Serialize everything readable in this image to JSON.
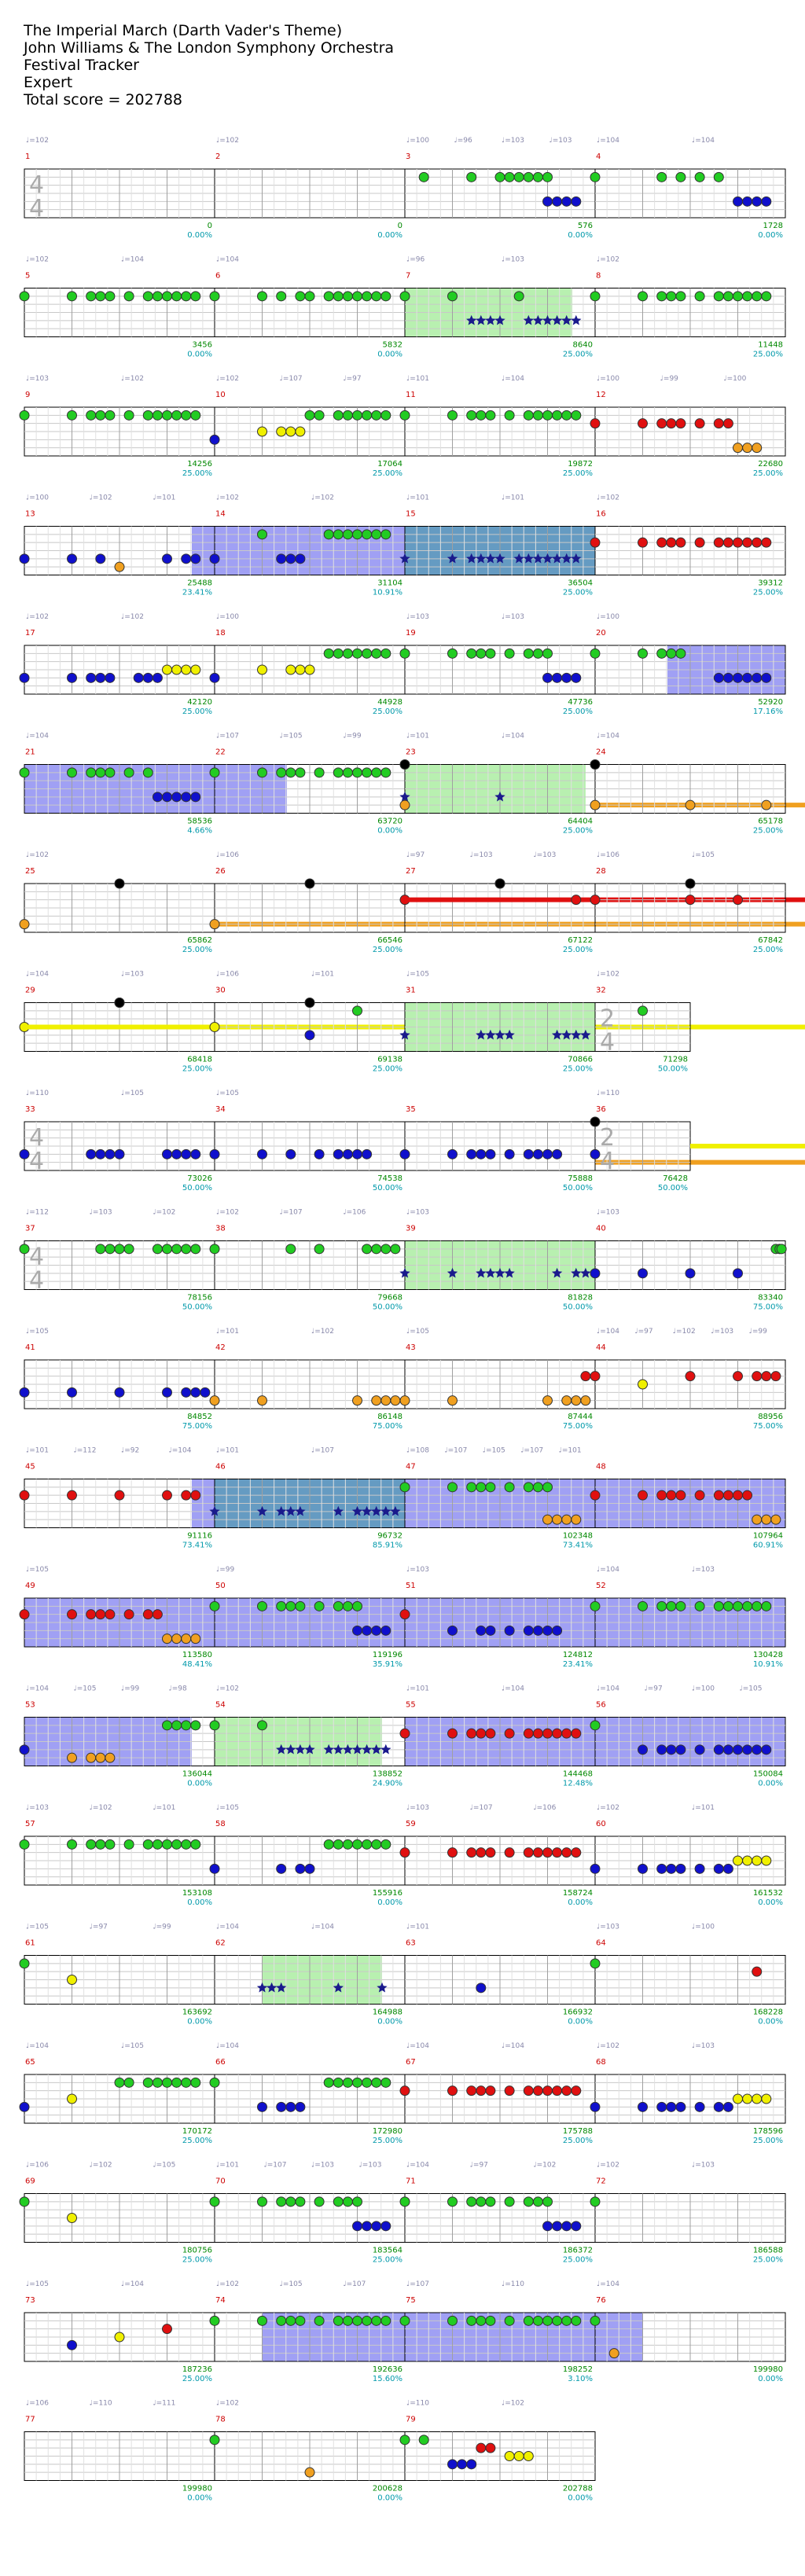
{
  "header": {
    "song_title": "The Imperial March (Darth Vader's Theme)",
    "artist": "John Williams & The London Symphony Orchestra",
    "game": "Festival Tracker",
    "difficulty": "Expert",
    "total_score_label": "Total score = 202788"
  },
  "colors": {
    "green": "#22cc22",
    "red": "#e01010",
    "yellow": "#f0f000",
    "blue": "#1010cc",
    "orange": "#f0a020",
    "overdrive": "#b8f0b0",
    "bre_fill": "#8080f0",
    "bar_number": "#cc0000",
    "score": "#008800",
    "percent": "#0099aa",
    "tempo": "#8888aa"
  },
  "chart_data": {
    "type": "rhythm-chart",
    "total_score": 202788,
    "measures": [
      {
        "n": 1,
        "ts": "4/4",
        "tempos": [
          "♩=102"
        ],
        "cum": 0,
        "pct": "0.00%",
        "notes": []
      },
      {
        "n": 2,
        "tempos": [
          "♩=102"
        ],
        "cum": 0,
        "pct": "0.00%",
        "notes": []
      },
      {
        "n": 3,
        "tempos": [
          "♩=100",
          "♩=96",
          "♩=103",
          "♩=103"
        ],
        "cum": 576,
        "pct": "0.00%",
        "pat": "G1.G35.G5.G55.G6.G65.G7.G75.B75.B8.B85.B9"
      },
      {
        "n": 4,
        "tempos": [
          "♩=104",
          "♩=104"
        ],
        "cum": 1728,
        "pct": "0.00%",
        "pat": "G0.G35.G45.G55.G65.B75.B8.B85.B9"
      },
      {
        "n": 5,
        "tempos": [
          "♩=102",
          "♩=104"
        ],
        "cum": 3456,
        "pct": "0.00%",
        "pat": "G0.G25.G35.G4.G45.G55.G65.G7.G75.G8.G85.G9"
      },
      {
        "n": 6,
        "tempos": [
          "♩=104"
        ],
        "cum": 5832,
        "pct": "0.00%",
        "pat": "G0.G25.G35.G45.G5.G6.G65.G7.G75.G8.G85.G9"
      },
      {
        "n": 7,
        "tempos": [
          "♩=96",
          "♩=103"
        ],
        "od": [
          0,
          0.88
        ],
        "cum": 8640,
        "pct": "25.00%",
        "pat": "G0.G25.S35.S4.S45.S5.G6.S65.S7.S75.S8.S85.S9"
      },
      {
        "n": 8,
        "tempos": [
          "♩=102"
        ],
        "cum": 11448,
        "pct": "25.00%",
        "pat": "G0.G25.G35.G4.G45.G55.G65.G7.G75.G8.G85.G9"
      },
      {
        "n": 9,
        "tempos": [
          "♩=103",
          "♩=102"
        ],
        "cum": 14256,
        "pct": "25.00%",
        "pat": "G0.G25.G35.G4.G45.G55.G65.G7.G75.G8.G85.G9"
      },
      {
        "n": 10,
        "tempos": [
          "♩=102",
          "♩=107",
          "♩=97"
        ],
        "cum": 17064,
        "pct": "25.00%",
        "pat": "B0.Y25.Y35.Y4.Y45.G5.G55.G65.G7.G75.G8.G85.G9"
      },
      {
        "n": 11,
        "tempos": [
          "♩=101",
          "♩=104"
        ],
        "cum": 19872,
        "pct": "25.00%",
        "pat": "G0.G25.G35.G4.G45.G55.G65.G7.G75.G8.G85.G9"
      },
      {
        "n": 12,
        "tempos": [
          "♩=100",
          "♩=99",
          "♩=100"
        ],
        "cum": 22680,
        "pct": "25.00%",
        "pat": "R0.R25.R35.R4.R45.R55.R65.R7.O75.O8.O85"
      },
      {
        "n": 13,
        "tempos": [
          "♩=100",
          "♩=102",
          "♩=101"
        ],
        "bre": [
          0.88,
          1
        ],
        "cum": 25488,
        "pct": "23.41%",
        "pat": "B0.B25.B4.O5.B75.B85.B9"
      },
      {
        "n": 14,
        "tempos": [
          "♩=102",
          "♩=102"
        ],
        "bre": [
          0,
          1
        ],
        "cum": 31104,
        "pct": "10.91%",
        "pat": "B0.G25.B35.B4.B45.G6.G65.G7.G75.G8.G85.G9"
      },
      {
        "n": 15,
        "tempos": [
          "♩=101",
          "♩=101"
        ],
        "od": [
          0,
          1
        ],
        "bre": [
          0,
          1
        ],
        "cum": 36504,
        "pct": "25.00%",
        "pat": "S0.S25.S35.S4.S45.S5.S6.S65.S7.S75.S8.S85.S9"
      },
      {
        "n": 16,
        "tempos": [
          "♩=102"
        ],
        "cum": 39312,
        "pct": "25.00%",
        "pat": "R0.R25.R35.R4.R45.R55.R65.R7.R75.R8.R85.R9"
      },
      {
        "n": 17,
        "tempos": [
          "♩=102",
          "♩=102"
        ],
        "cum": 42120,
        "pct": "25.00%",
        "pat": "B0.B25.B35.B4.B45.B6.B65.B7.Y75.Y8.Y85.Y9"
      },
      {
        "n": 18,
        "tempos": [
          "♩=100"
        ],
        "cum": 44928,
        "pct": "25.00%",
        "pat": "B0.Y25.Y4.Y45.Y5.G6.G65.G7.G75.G8.G85.G9"
      },
      {
        "n": 19,
        "tempos": [
          "♩=103",
          "♩=103"
        ],
        "cum": 47736,
        "pct": "25.00%",
        "pat": "G0.G25.G35.G4.G45.G55.G65.G7.G75.B75.B8.B85.B9"
      },
      {
        "n": 20,
        "tempos": [
          "♩=100"
        ],
        "bre": [
          0.38,
          1
        ],
        "cum": 52920,
        "pct": "17.16%",
        "pat": "G0.G25.G35.G4.G45.B65.B7.B75.B8.B85.B9"
      },
      {
        "n": 21,
        "tempos": [
          "♩=104"
        ],
        "bre": [
          0,
          1
        ],
        "cum": 58536,
        "pct": "4.66%",
        "pat": "G0.G25.G35.G4.G45.G55.G65.B7.B75.B8.B85.B9"
      },
      {
        "n": 22,
        "tempos": [
          "♩=107",
          "♩=105",
          "♩=99"
        ],
        "bre": [
          0,
          0.38
        ],
        "cum": 63720,
        "pct": "0.00%",
        "pat": "G0.G25.G35.G4.G45.G55.G65.G7.G75.G8.G85.G9"
      },
      {
        "n": 23,
        "tempos": [
          "♩=101",
          "♩=104"
        ],
        "od": [
          0,
          0.95
        ],
        "cum": 64404,
        "pct": "25.00%",
        "pat": "S0.OL0-0.5.S5.OL5-1"
      },
      {
        "n": 24,
        "tempos": [
          "♩=104"
        ],
        "cum": 65178,
        "pct": "25.00%",
        "pat": "OL0-0.5.O5.O9"
      },
      {
        "n": 25,
        "tempos": [
          "♩=102"
        ],
        "cum": 65862,
        "pct": "25.00%",
        "pat": "OL0-0.45.OL5-1"
      },
      {
        "n": 26,
        "tempos": [
          "♩=106"
        ],
        "cum": 66546,
        "pct": "25.00%",
        "pat": "OL0-0.95"
      },
      {
        "n": 27,
        "tempos": [
          "♩=97",
          "♩=103",
          "♩=103"
        ],
        "cum": 67122,
        "pct": "25.00%",
        "pat": "RL0-0.25.RL5-0.75.R9"
      },
      {
        "n": 28,
        "tempos": [
          "♩=106",
          "♩=105"
        ],
        "cum": 67842,
        "pct": "25.00%",
        "pat": "RL0-0.25.R5.R75"
      },
      {
        "n": 29,
        "tempos": [
          "♩=104",
          "♩=103"
        ],
        "cum": 68418,
        "pct": "25.00%",
        "pat": "YL0-0.25.YL5-0.75"
      },
      {
        "n": 30,
        "tempos": [
          "♩=106",
          "♩=101"
        ],
        "cum": 69138,
        "pct": "25.00%",
        "pat": "YL0-0.25.B5.G75"
      },
      {
        "n": 31,
        "tempos": [
          "♩=105"
        ],
        "od": [
          0,
          1
        ],
        "cum": 70866,
        "pct": "25.00%",
        "pat": "S0.S4.S45.S5.S55.S8.S85.S9.S95"
      },
      {
        "n": 32,
        "ts": "2/4",
        "tempos": [
          "♩=102"
        ],
        "cum": 71298,
        "pct": "50.00%",
        "pat": "G5"
      },
      {
        "n": 33,
        "ts": "4/4",
        "tempos": [
          "♩=110",
          "♩=105"
        ],
        "cum": 73026,
        "pct": "50.00%",
        "pat": "B0.B35.B4.B45.B5.B75.B8.B85.B9"
      },
      {
        "n": 34,
        "tempos": [
          "♩=105"
        ],
        "cum": 74538,
        "pct": "50.00%",
        "pat": "B0.B25.B4.B55.B65.B7.B75.B8"
      },
      {
        "n": 35,
        "tempos": [],
        "cum": 75888,
        "pct": "50.00%",
        "pat": "B0.B25.B35.B4.B45.B55.B65.B7.B75.B8.OL75-1"
      },
      {
        "n": 36,
        "ts": "2/4",
        "tempos": [
          "♩=110"
        ],
        "cum": 76428,
        "pct": "50.00%",
        "pat": "BL0-0.4.YL5-1"
      },
      {
        "n": 37,
        "ts": "4/4",
        "tempos": [
          "♩=112",
          "♩=103",
          "♩=102"
        ],
        "cum": 78156,
        "pct": "50.00%",
        "pat": "G0.G4.G45.G5.G55.G7.G75.G8.G85.G9"
      },
      {
        "n": 38,
        "tempos": [
          "♩=102",
          "♩=107",
          "♩=106"
        ],
        "cum": 79668,
        "pct": "50.00%",
        "pat": "G0.G4.G55.G8.G85.G9.G95"
      },
      {
        "n": 39,
        "tempos": [
          "♩=103"
        ],
        "od": [
          0,
          1
        ],
        "cum": 81828,
        "pct": "50.00%",
        "pat": "S0.S25.S4.S45.S5.S55.S8.S9.S95"
      },
      {
        "n": 40,
        "tempos": [
          "♩=103"
        ],
        "cum": 83340,
        "pct": "75.00%",
        "pat": "B0.B25.B5.B75.G95.G97.G99"
      },
      {
        "n": 41,
        "tempos": [
          "♩=105"
        ],
        "cum": 84852,
        "pct": "75.00%",
        "pat": "B0.B25.B5.B75.B85.B9.B95"
      },
      {
        "n": 42,
        "tempos": [
          "♩=101",
          "♩=102"
        ],
        "cum": 86148,
        "pct": "75.00%",
        "pat": "O0.O25.O75.O85.O9.O95"
      },
      {
        "n": 43,
        "tempos": [
          "♩=105"
        ],
        "cum": 87444,
        "pct": "75.00%",
        "pat": "O0.O25.O75.O85.O9.O95.R95"
      },
      {
        "n": 44,
        "tempos": [
          "♩=104",
          "♩=97",
          "♩=102",
          "♩=103",
          "♩=99"
        ],
        "cum": 88956,
        "pct": "75.00%",
        "pat": "R0.Y25.R5.R75.R85.R9.R95"
      },
      {
        "n": 45,
        "tempos": [
          "♩=101",
          "♩=112",
          "♩=92",
          "♩=104"
        ],
        "bre": [
          0.88,
          1
        ],
        "cum": 91116,
        "pct": "73.41%",
        "pat": "R0.R25.R5.R75.R85.R9"
      },
      {
        "n": 46,
        "tempos": [
          "♩=101",
          "♩=107"
        ],
        "od": [
          0,
          1
        ],
        "bre": [
          0,
          1
        ],
        "cum": 96732,
        "pct": "85.91%",
        "pat": "S0.S25.S35.S4.S45.S65.S75.S8.S85.S9.S95"
      },
      {
        "n": 47,
        "tempos": [
          "♩=108",
          "♩=107",
          "♩=105",
          "♩=107",
          "♩=101"
        ],
        "bre": [
          0,
          1
        ],
        "cum": 102348,
        "pct": "73.41%",
        "pat": "G0.G25.G35.G4.G45.G55.G65.G7.G75.O75.O8.O85.O9"
      },
      {
        "n": 48,
        "tempos": [],
        "bre": [
          0,
          1
        ],
        "cum": 107964,
        "pct": "60.91%",
        "pat": "R0.R25.R35.R4.R45.R55.R65.R7.R75.R8.O85.O9.O95"
      },
      {
        "n": 49,
        "tempos": [
          "♩=105"
        ],
        "bre": [
          0,
          1
        ],
        "cum": 113580,
        "pct": "48.41%",
        "pat": "R0.R25.R35.R4.R45.R55.R65.R7.O75.O8.O85.O9"
      },
      {
        "n": 50,
        "tempos": [
          "♩=99"
        ],
        "bre": [
          0,
          1
        ],
        "cum": 119196,
        "pct": "35.91%",
        "pat": "G0.G25.G35.G4.G45.G55.G65.G7.G75.B75.B8.B85.B9"
      },
      {
        "n": 51,
        "tempos": [
          "♩=103"
        ],
        "bre": [
          0,
          1
        ],
        "cum": 124812,
        "pct": "23.41%",
        "pat": "R0.B25.B4.B45.B55.B65.B7.B75.B8"
      },
      {
        "n": 52,
        "tempos": [
          "♩=104",
          "♩=103"
        ],
        "bre": [
          0,
          1
        ],
        "cum": 130428,
        "pct": "10.91%",
        "pat": "G0.G25.G35.G4.G45.G55.G65.G7.G75.G8.G85.G9"
      },
      {
        "n": 53,
        "tempos": [
          "♩=104",
          "♩=105",
          "♩=99",
          "♩=98"
        ],
        "bre": [
          0,
          0.88
        ],
        "cum": 136044,
        "pct": "0.00%",
        "pat": "B0.O25.O35.O4.O45.G75.G8.G85.G9"
      },
      {
        "n": 54,
        "tempos": [
          "♩=102"
        ],
        "od": [
          0,
          0.88
        ],
        "cum": 138852,
        "pct": "24.90%",
        "pat": "G0.G25.S35.S4.S45.S5.S6.S65.S7.S75.S8.S85.S9"
      },
      {
        "n": 55,
        "tempos": [
          "♩=101",
          "♩=104"
        ],
        "bre": [
          0,
          1
        ],
        "cum": 144468,
        "pct": "12.48%",
        "pat": "R0.R25.R35.R4.R45.R55.R65.R7.R75.R8.R85.R9"
      },
      {
        "n": 56,
        "tempos": [
          "♩=104",
          "♩=97",
          "♩=100",
          "♩=105"
        ],
        "bre": [
          0,
          1
        ],
        "cum": 150084,
        "pct": "0.00%",
        "pat": "G0.B25.B35.B4.B45.B55.B65.B7.B75.B8.B85.B9"
      },
      {
        "n": 57,
        "tempos": [
          "♩=103",
          "♩=102",
          "♩=101"
        ],
        "cum": 153108,
        "pct": "0.00%",
        "pat": "G0.G25.G35.G4.G45.G55.G65.G7.G75.G8.G85.G9"
      },
      {
        "n": 58,
        "tempos": [
          "♩=105"
        ],
        "cum": 155916,
        "pct": "0.00%",
        "pat": "B0.B35.B45.B5.G6.G65.G7.G75.G8.G85.G9"
      },
      {
        "n": 59,
        "tempos": [
          "♩=103",
          "♩=107",
          "♩=106"
        ],
        "cum": 158724,
        "pct": "0.00%",
        "pat": "R0.R25.R35.R4.R45.R55.R65.R7.R75.R8.R85.R9"
      },
      {
        "n": 60,
        "tempos": [
          "♩=102",
          "♩=101"
        ],
        "cum": 161532,
        "pct": "0.00%",
        "pat": "B0.B25.B35.B4.B45.B55.B65.B7.Y75.Y8.Y85.Y9"
      },
      {
        "n": 61,
        "tempos": [
          "♩=105",
          "♩=97",
          "♩=99"
        ],
        "cum": 163692,
        "pct": "0.00%",
        "pat": "G0.Y25"
      },
      {
        "n": 62,
        "tempos": [
          "♩=104",
          "♩=104"
        ],
        "od": [
          0.25,
          0.88
        ],
        "cum": 164988,
        "pct": "0.00%",
        "pat": "S25.S3.S35.S65.S88"
      },
      {
        "n": 63,
        "tempos": [
          "♩=101"
        ],
        "cum": 166932,
        "pct": "0.00%",
        "pat": "B4"
      },
      {
        "n": 64,
        "tempos": [
          "♩=103",
          "♩=100"
        ],
        "cum": 168228,
        "pct": "0.00%",
        "pat": "G0.R85"
      },
      {
        "n": 65,
        "tempos": [
          "♩=104",
          "♩=105"
        ],
        "cum": 170172,
        "pct": "25.00%",
        "pat": "B0.Y25.G5.G55.G65.G7.G75.G8.G85.G9"
      },
      {
        "n": 66,
        "tempos": [
          "♩=104"
        ],
        "cum": 172980,
        "pct": "25.00%",
        "pat": "G0.B25.B35.B4.B45.G6.G65.G7.G75.G8.G85.G9"
      },
      {
        "n": 67,
        "tempos": [
          "♩=104",
          "♩=104"
        ],
        "cum": 175788,
        "pct": "25.00%",
        "pat": "R0.R25.R35.R4.R45.R55.R65.R7.R75.R8.R85.R9"
      },
      {
        "n": 68,
        "tempos": [
          "♩=102",
          "♩=103"
        ],
        "cum": 178596,
        "pct": "25.00%",
        "pat": "B0.B25.B35.B4.B45.B55.B65.B7.Y75.Y8.Y85.Y9"
      },
      {
        "n": 69,
        "tempos": [
          "♩=106",
          "♩=102",
          "♩=105"
        ],
        "cum": 180756,
        "pct": "25.00%",
        "pat": "G0.Y25"
      },
      {
        "n": 70,
        "tempos": [
          "♩=101",
          "♩=107",
          "♩=103",
          "♩=103"
        ],
        "cum": 183564,
        "pct": "25.00%",
        "pat": "G0.G25.G35.G4.G45.G55.G65.G7.G75.B75.B8.B85.B9"
      },
      {
        "n": 71,
        "tempos": [
          "♩=104",
          "♩=97",
          "♩=102"
        ],
        "cum": 186372,
        "pct": "25.00%",
        "pat": "G0.G25.G35.G4.G45.G55.G65.G7.G75.B75.B8.B85.B9"
      },
      {
        "n": 72,
        "tempos": [
          "♩=102",
          "♩=103"
        ],
        "cum": 186588,
        "pct": "25.00%",
        "pat": "G0"
      },
      {
        "n": 73,
        "tempos": [
          "♩=105",
          "♩=104"
        ],
        "cum": 187236,
        "pct": "25.00%",
        "pat": "B25.Y5.R75"
      },
      {
        "n": 74,
        "tempos": [
          "♩=102",
          "♩=105",
          "♩=107"
        ],
        "bre": [
          0.25,
          1
        ],
        "cum": 192636,
        "pct": "15.60%",
        "pat": "G0.G25.G35.G4.G45.G55.G65.G7.G75.G8.G85.G9"
      },
      {
        "n": 75,
        "tempos": [
          "♩=107",
          "♩=110"
        ],
        "bre": [
          0,
          1
        ],
        "cum": 198252,
        "pct": "3.10%",
        "pat": "G0.G25.G35.G4.G45.G55.G65.G7.G75.G8.G85.G9"
      },
      {
        "n": 76,
        "tempos": [
          "♩=104"
        ],
        "bre": [
          0,
          0.25
        ],
        "cum": 199980,
        "pct": "0.00%",
        "pat": "G0.O1"
      },
      {
        "n": 77,
        "tempos": [
          "♩=106",
          "♩=110",
          "♩=111"
        ],
        "cum": 199980,
        "pct": "0.00%",
        "pat": ""
      },
      {
        "n": 78,
        "tempos": [
          "♩=102"
        ],
        "cum": 200628,
        "pct": "0.00%",
        "pat": "G0.O5"
      },
      {
        "n": 79,
        "tempos": [
          "♩=110",
          "♩=102"
        ],
        "cum": 202788,
        "pct": "0.00%",
        "pat": "G0.G1.B25.B3.B35.R4.R45.Y55.Y6.Y65"
      }
    ]
  }
}
